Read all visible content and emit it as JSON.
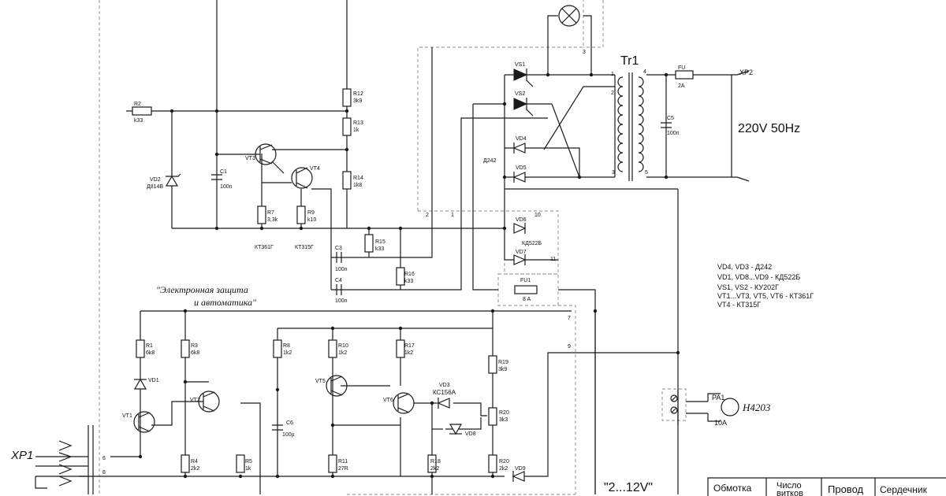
{
  "labels": {
    "xp1": "XP1",
    "xp2": "XP2",
    "mains": "220V 50Hz",
    "tr1": "Tr1",
    "fu": "FU",
    "fu_val": "2A",
    "fu1": "FU1",
    "fu1_val": "8 A",
    "c5": "C5",
    "c5_val": "100n",
    "vs1": "VS1",
    "vs2": "VS2",
    "vd4": "VD4",
    "vd5": "VD5",
    "d242": "Д242",
    "vd6": "VD6",
    "vd7": "VD7",
    "kd522": "КД522Б",
    "r2": "R2",
    "r2_val": "k33",
    "vd2": "VD2",
    "vd2_val": "Д814В",
    "c1": "C1",
    "c1_val": "100n",
    "vt3": "VT3",
    "vt4": "VT4",
    "r7": "R7",
    "r7_val": "3,3k",
    "r9": "R9",
    "r9_val": "k10",
    "kt361": "КТ361Г",
    "kt315": "КТ315Г",
    "r12": "R12",
    "r12_val": "3k9",
    "r13": "R13",
    "r13_val": "1k",
    "r14": "R14",
    "r14_val": "1k8",
    "r15": "R15",
    "r15_val": "k33",
    "r16": "R16",
    "r16_val": "k33",
    "c3": "C3",
    "c3_val": "100n",
    "c4": "C4",
    "c4_val": "100n",
    "prot1": "\"Электронная защита",
    "prot2": "и автоматика\"",
    "r1": "R1",
    "r1_val": "6k8",
    "vd1": "VD1",
    "vt1": "VT1",
    "r3": "R3",
    "r3_val": "6k8",
    "vt2": "VT2",
    "r4": "R4",
    "r4_val": "2k2",
    "r5": "R5",
    "r5_val": "1k",
    "r8": "R8",
    "r8_val": "1k2",
    "c6": "C6",
    "c6_val": "100µ",
    "r10": "R10",
    "r10_val": "1k2",
    "vt5": "VT5",
    "r11": "R11",
    "r11_val": "27R",
    "r17": "R17",
    "r17_val": "1k2",
    "vt6": "VT6",
    "r18": "R18",
    "r18_val": "2k2",
    "vd3": "VD3",
    "vd3_val": "КС156А",
    "vd8": "VD8",
    "r19": "R19",
    "r19_val": "3k9",
    "r20a": "R20",
    "r20a_val": "3k3",
    "r20b": "R20",
    "r20b_val": "2k2",
    "vd9": "VD9",
    "pa1": "PA1",
    "pa1_val": "10A",
    "meter": "Н4203",
    "range": "\"2...12V\"",
    "n1": "1",
    "n2": "2",
    "n3": "3",
    "n4": "4",
    "n5": "5",
    "n6": "6",
    "n7": "7",
    "n8": "8",
    "n9": "9",
    "n10": "10",
    "n11": "11"
  },
  "legend": [
    "VD4, VD3 - Д242",
    "VD1, VD8...VD9 - КД522Б",
    "VS1, VS2 - КУ202Г",
    "VT1...VT3, VT5, VT6 - КТ361Г",
    "VT4 - КТ315Г"
  ],
  "table": {
    "h1": "Обмотка",
    "h2a": "Число",
    "h2b": "витков",
    "h3": "Провод",
    "h4": "Сердечник"
  }
}
